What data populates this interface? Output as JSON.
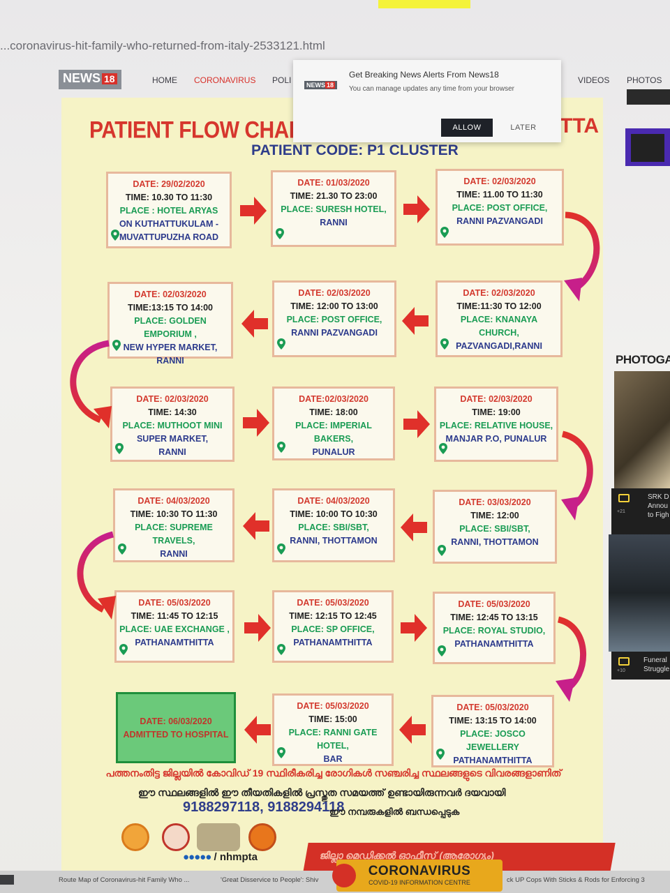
{
  "browser": {
    "url": "...coronavirus-hit-family-who-returned-from-italy-2533121.html"
  },
  "nav": {
    "logo_text": "NEWS",
    "logo_num": "18",
    "items": [
      "HOME",
      "CORONAVIRUS",
      "POLI",
      "VIDEOS",
      "PHOTOS"
    ]
  },
  "popup": {
    "logo_text": "NEWS",
    "logo_num": "18",
    "title": "Get Breaking News Alerts From News18",
    "subtitle": "You can manage updates any time from your browser",
    "allow": "ALLOW",
    "later": "LATER"
  },
  "flow_chart": {
    "title": "PATIENT FLOW CHART",
    "title_tail": "TTA",
    "patient_code": "PATIENT CODE: P1 CLUSTER",
    "boxes": [
      {
        "date": "DATE: 29/02/2020",
        "time": "TIME: 10.30  TO  11:30",
        "place": "PLACE : HOTEL ARYAS",
        "loc1": "ON KUTHATTUKULAM -",
        "loc2": "MUVATTUPUZHA ROAD"
      },
      {
        "date": "DATE: 01/03/2020",
        "time": "TIME:  21.30  TO 23:00",
        "place": "PLACE: SURESH HOTEL,",
        "loc1": "RANNI",
        "loc2": ""
      },
      {
        "date": "DATE: 02/03/2020",
        "time": "TIME:  11.00 TO 11:30",
        "place": "PLACE: POST OFFICE,",
        "loc1": "RANNI PAZVANGADI",
        "loc2": ""
      },
      {
        "date": "DATE: 02/03/2020",
        "time": "TIME:13:15  TO 14:00",
        "place": "PLACE: GOLDEN EMPORIUM ,",
        "loc1": "NEW HYPER MARKET,",
        "loc2": "RANNI"
      },
      {
        "date": "DATE: 02/03/2020",
        "time": "TIME: 12:00  TO 13:00",
        "place": "PLACE: POST OFFICE,",
        "loc1": "RANNI PAZVANGADI",
        "loc2": ""
      },
      {
        "date": "DATE: 02/03/2020",
        "time": "TIME:11:30  TO 12:00",
        "place": "PLACE: KNANAYA CHURCH,",
        "loc1": "PAZVANGADI,RANNI",
        "loc2": ""
      },
      {
        "date": "DATE: 02/03/2020",
        "time": "TIME: 14:30",
        "place": "PLACE: MUTHOOT MINI",
        "loc1": "SUPER MARKET,",
        "loc2": "RANNI"
      },
      {
        "date": "DATE:02/03/2020",
        "time": "TIME: 18:00",
        "place": "PLACE: IMPERIAL BAKERS,",
        "loc1": "PUNALUR",
        "loc2": ""
      },
      {
        "date": "DATE: 02/03/2020",
        "time": "TIME: 19:00",
        "place": "PLACE: RELATIVE HOUSE,",
        "loc1": "MANJAR P.O, PUNALUR",
        "loc2": ""
      },
      {
        "date": "DATE: 04/03/2020",
        "time": "TIME: 10:30 TO 11:30",
        "place": "PLACE: SUPREME TRAVELS,",
        "loc1": "RANNI",
        "loc2": ""
      },
      {
        "date": "DATE: 04/03/2020",
        "time": "TIME:   10:00 TO 10:30",
        "place": "PLACE: SBI/SBT,",
        "loc1": "RANNI, THOTTAMON",
        "loc2": ""
      },
      {
        "date": "DATE: 03/03/2020",
        "time": "TIME:   12:00",
        "place": "PLACE: SBI/SBT,",
        "loc1": "RANNI, THOTTAMON",
        "loc2": ""
      },
      {
        "date": "DATE: 05/03/2020",
        "time": "TIME: 11:45 TO 12:15",
        "place": "PLACE: UAE EXCHANGE ,",
        "loc1": "PATHANAMTHITTA",
        "loc2": ""
      },
      {
        "date": "DATE: 05/03/2020",
        "time": "TIME: 12:15 TO 12:45",
        "place": "PLACE: SP OFFICE,",
        "loc1": "PATHANAMTHITTA",
        "loc2": ""
      },
      {
        "date": "DATE: 05/03/2020",
        "time": "TIME: 12:45 TO 13:15",
        "place": "PLACE: ROYAL STUDIO,",
        "loc1": "PATHANAMTHITTA",
        "loc2": ""
      },
      {
        "date": "DATE: 06/03/2020",
        "time": "ADMITTED TO HOSPITAL",
        "place": "",
        "loc1": "",
        "loc2": ""
      },
      {
        "date": "DATE: 05/03/2020",
        "time": "TIME: 15:00",
        "place": "PLACE: RANNI GATE HOTEL,",
        "loc1": "BAR",
        "loc2": ""
      },
      {
        "date": "DATE: 05/03/2020",
        "time": "TIME: 13:15 TO 14:00",
        "place": "PLACE: JOSCO JEWELLERY",
        "loc1": "PATHANAMTHITTA",
        "loc2": ""
      }
    ],
    "footer_ml_1": "പത്തനംതിട്ട ജില്ലയിൽ കോവിഡ് 19 സ്ഥിരീകരിച്ച രോഗികൾ സഞ്ചരിച്ച സ്ഥലങ്ങളുടെ വിവരങ്ങളാണിത്",
    "footer_ml_2": "ഈ സ്ഥലങ്ങളിൽ ഈ തീയതികളിൽ പ്രസ്തുത സമയത്ത് ഉണ്ടായിരുന്നവർ ദയവായി",
    "phones": "9188297118, 9188294118",
    "phones_tail": "ഈ നമ്പരുകളിൽ ബന്ധപ്പെടുക",
    "handle": "/ nhmpta",
    "banner": "ജില്ലാ മെഡിക്കൽ ഓഫീസ് (ആരോഗ്യം)"
  },
  "corona_box": {
    "title": "CORONAVIRUS",
    "subtitle": "COVID-19 INFORMATION CENTRE"
  },
  "sidebar": {
    "heading": "PHOTOGALL",
    "card1": {
      "count": "+21",
      "text": "SRK D Annou to Figh"
    },
    "card2": {
      "count": "+10",
      "text": "Funeral Struggle"
    }
  },
  "ticker": {
    "items": [
      "Route Map of Coronavirus-hit Family Who ...",
      "'Great Disservice to People': Shiv",
      "ck UP Cops With Sticks & Rods for Enforcing 3"
    ]
  },
  "colors": {
    "chart_bg": "#f6f3c6",
    "title_red": "#d6362d",
    "code_blue": "#2f3d8a",
    "place_green": "#1a9c54",
    "arrow_red": "#e0302a",
    "curve_magenta": "#c71f8a"
  }
}
